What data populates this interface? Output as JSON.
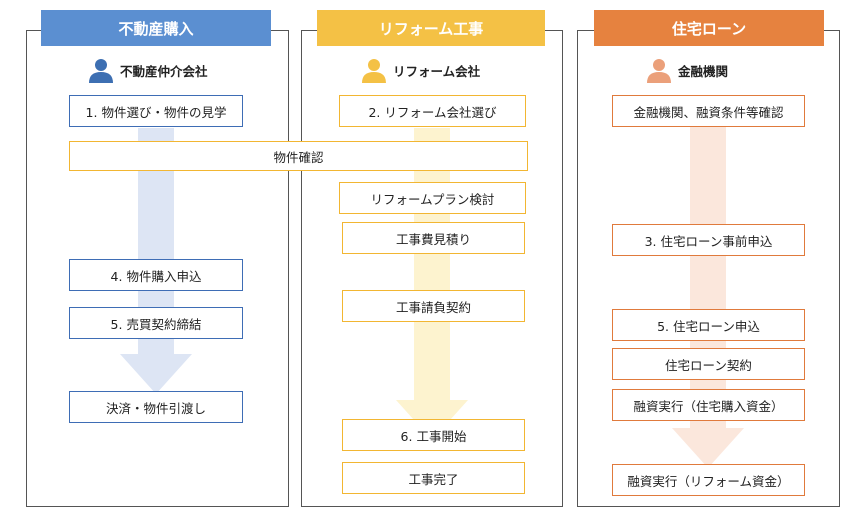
{
  "colors": {
    "blue_header": "#5b8fd1",
    "yellow_header": "#f4c145",
    "orange_header": "#e6823f",
    "blue_arrow": "#dde5f4",
    "yellow_arrow": "#fdf3cf",
    "orange_arrow": "#fbe7dc",
    "blue_icon": "#3d6fb2",
    "yellow_icon": "#f4c145",
    "orange_icon": "#eba07a"
  },
  "columns": [
    {
      "header": "不動産購入",
      "role": "不動産仲介会社",
      "icon": "person-icon",
      "steps": [
        "1. 物件選び・物件の見学",
        "4. 物件購入申込",
        "5. 売買契約締結",
        "決済・物件引渡し"
      ]
    },
    {
      "header": "リフォーム工事",
      "role": "リフォーム会社",
      "icon": "person-icon",
      "steps": [
        "2. リフォーム会社選び",
        "リフォームプラン検討",
        "工事費見積り",
        "工事請負契約",
        "6. 工事開始",
        "工事完了"
      ]
    },
    {
      "header": "住宅ローン",
      "role": "金融機関",
      "icon": "person-icon",
      "steps": [
        "金融機関、融資条件等確認",
        "3. 住宅ローン事前申込",
        "5. 住宅ローン申込",
        "住宅ローン契約",
        "融資実行（住宅購入資金）",
        "融資実行（リフォーム資金）"
      ]
    }
  ],
  "shared_step": "物件確認"
}
